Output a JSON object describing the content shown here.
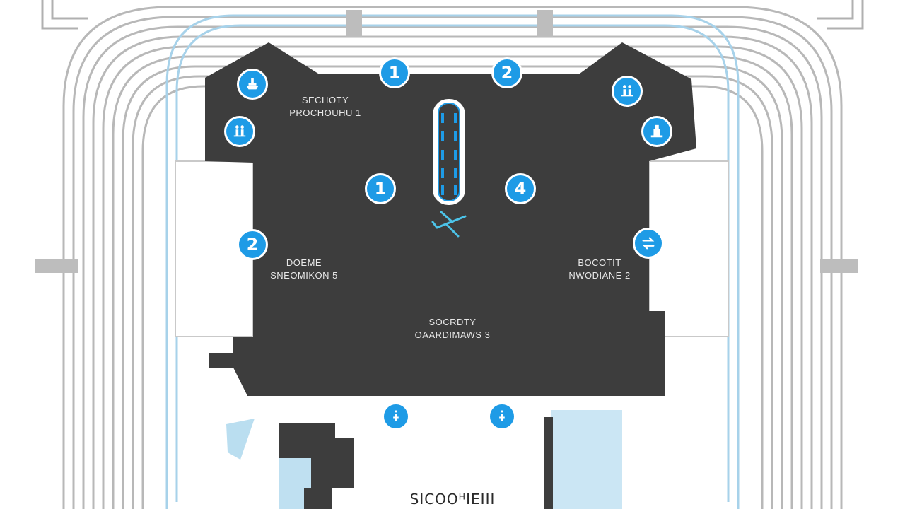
{
  "colors": {
    "building": "#3d3d3d",
    "marker": "#1e9be6",
    "track": "#b5b5b5",
    "water": "#a9d6ec"
  },
  "labels": {
    "checkpoint_1": {
      "line1": "SECHOTY",
      "line2": "PROCHOUHU 1"
    },
    "checkpoint_5": {
      "line1": "DOEME",
      "line2": "SNEOMIKON 5"
    },
    "checkpoint_2": {
      "line1": "BOCOTIT",
      "line2": "NWODIANE 2"
    },
    "checkpoint_3": {
      "line1": "SOCRDTY",
      "line2": "OAARDIMAWS 3"
    },
    "bottom": "SICOOᴴIEIII"
  },
  "markers": {
    "top_1": "1",
    "top_2": "2",
    "mid_1": "1",
    "mid_4": "4",
    "left_2": "2",
    "bottom_a": "ɨ",
    "bottom_b": "ɨ"
  },
  "icons": {
    "top_left": "ferry-icon",
    "top_right": "people-icon",
    "left_upper": "people-icon",
    "right_upper": "baggage-icon",
    "right_mid": "transfer-icon",
    "center": "airplane-icon"
  }
}
